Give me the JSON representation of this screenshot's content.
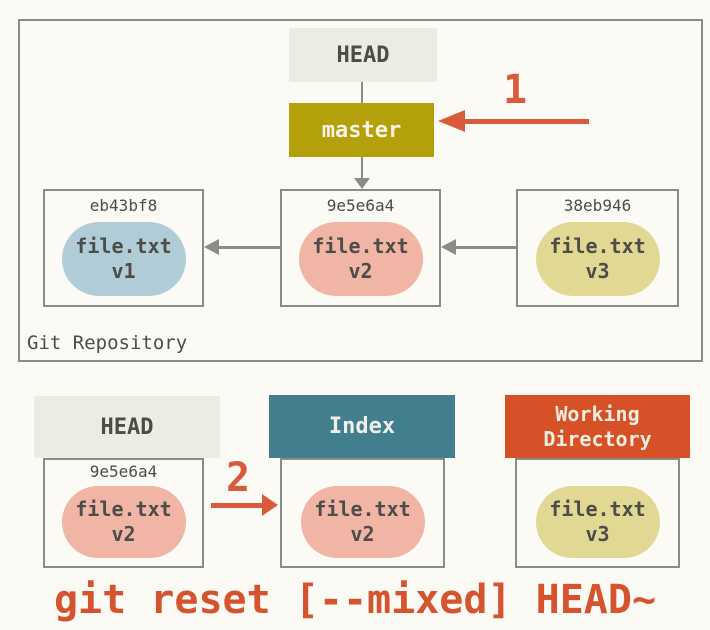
{
  "colors": {
    "background": "#FBFAF5",
    "border_gray": "#8C8C87",
    "text_dark": "#4C4C48",
    "text_cream": "#F4F0E3",
    "head_ref_bg": "#ECECE2",
    "master_branch_bg": "#B3A00A",
    "blob_v1_blue": "#B0CDD7",
    "blob_v2_salmon": "#F0B5A4",
    "blob_v3_khaki": "#E1D894",
    "index_header_teal": "#417F8E",
    "workdir_header_red": "#D75128",
    "accent_red": "#D95B3C"
  },
  "repository": {
    "label": "Git Repository",
    "head": {
      "label": "HEAD"
    },
    "branch": {
      "label": "master"
    },
    "step_marker": "1",
    "commits": [
      {
        "hash": "eb43bf8",
        "file": "file.txt",
        "version": "v1"
      },
      {
        "hash": "9e5e6a4",
        "file": "file.txt",
        "version": "v2"
      },
      {
        "hash": "38eb946",
        "file": "file.txt",
        "version": "v3"
      }
    ]
  },
  "trees": {
    "step_marker": "2",
    "head": {
      "label": "HEAD",
      "hash": "9e5e6a4",
      "file": "file.txt",
      "version": "v2"
    },
    "index": {
      "label": "Index",
      "file": "file.txt",
      "version": "v2"
    },
    "working_directory": {
      "label": "Working Directory",
      "file": "file.txt",
      "version": "v3"
    }
  },
  "caption": "git reset [--mixed] HEAD~"
}
